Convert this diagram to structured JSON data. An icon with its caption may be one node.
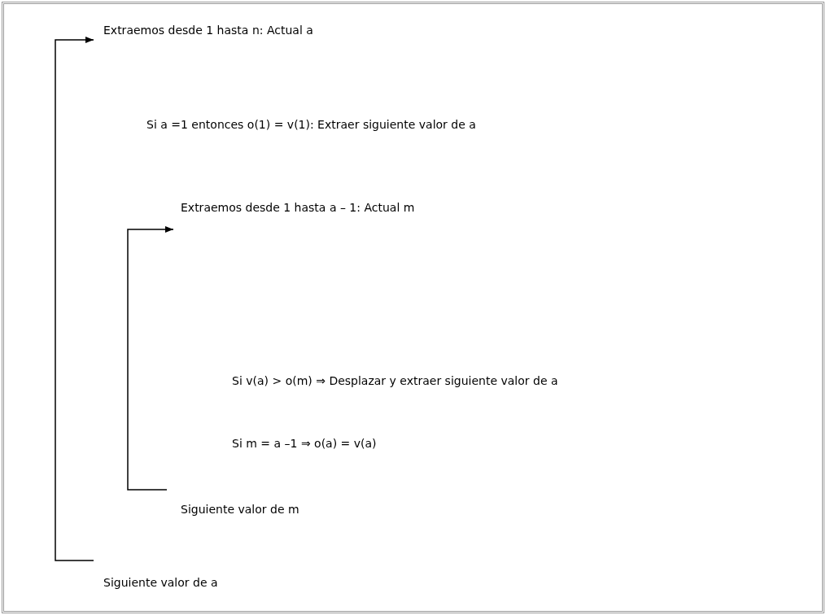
{
  "diagram": {
    "nodes": [
      {
        "text": [
          "Extraemos desde 1 hasta n: Actual a"
        ]
      },
      {
        "text": [
          "Extraemos desde 1 hasta a – 1: Actual m"
        ]
      },
      {
        "text": [
          "Siguiente valor de m"
        ]
      },
      {
        "text": [
          "Siguiente valor de a"
        ]
      }
    ],
    "edges": [
      {
        "from": 3,
        "to": 0,
        "arrow": "to"
      },
      {
        "from": 2,
        "to": 1,
        "arrow": "to"
      }
    ],
    "labels": [
      "Si a =1 entonces o(1) = v(1): Extraer siguiente valor de a",
      "Si v(a) > o(m) ⇒ Desplazar y extraer siguiente valor de a",
      "Si m = a –1 ⇒ o(a) = v(a)"
    ]
  }
}
